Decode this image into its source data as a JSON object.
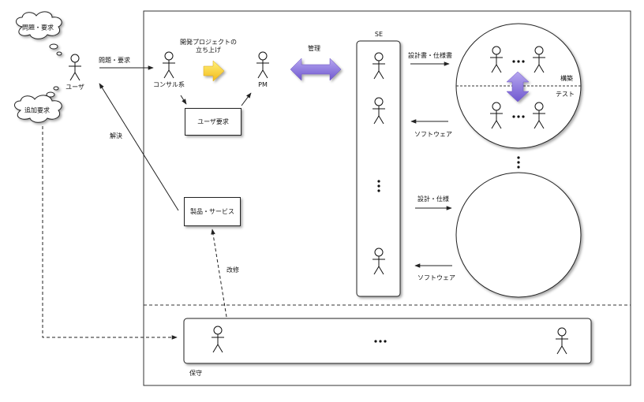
{
  "clouds": {
    "problem": "問題・要求",
    "additional": "追加要求"
  },
  "actors": {
    "user": "ユーザ",
    "consultant": "コンサル系",
    "pm": "PM",
    "se": "SE"
  },
  "labels": {
    "problem_request": "問題・要求",
    "project_launch": "開発プロジェクトの\n立ち上げ",
    "management": "管理",
    "solution": "解決",
    "repair": "改修",
    "spec_doc": "設計書・仕様書",
    "software1": "ソフトウェア",
    "design_spec": "設計・仕様",
    "software2": "ソフトウェア",
    "build": "構築",
    "test": "テスト",
    "maintenance": "保守"
  },
  "boxes": {
    "user_request": "ユーザ要求",
    "product_service": "製品・サービス"
  },
  "ellipsis": "…",
  "colors": {
    "arrow_yellow": "#f5d02a",
    "arrow_purple": "#8a72d6"
  }
}
